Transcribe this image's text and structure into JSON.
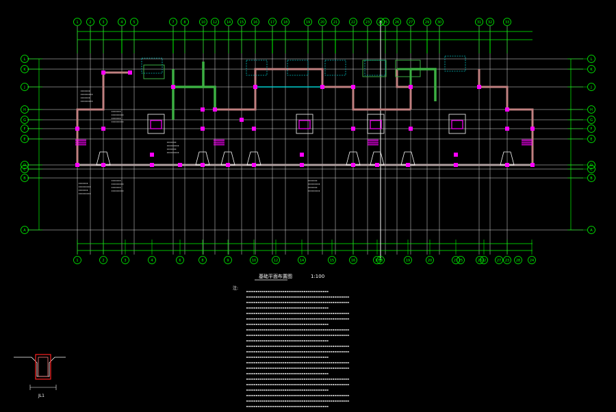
{
  "drawing": {
    "title": "基础平面布置图",
    "scale": "1:100",
    "notes_header": "注:",
    "detail_label": "JL1"
  },
  "grid": {
    "top_axes": [
      "1",
      "2",
      "3",
      "4",
      "5",
      "7",
      "8",
      "10",
      "12",
      "14",
      "15",
      "16",
      "17",
      "18",
      "19",
      "20",
      "21",
      "22",
      "23",
      "24",
      "25",
      "26",
      "27",
      "29",
      "30",
      "31",
      "32",
      "33"
    ],
    "bottom_axes": [
      "1",
      "2",
      "3",
      "4",
      "6",
      "8",
      "9",
      "10",
      "12",
      "14",
      "15",
      "16",
      "17",
      "18",
      "19",
      "20",
      "21",
      "22",
      "23",
      "24",
      "25",
      "26",
      "27",
      "28"
    ],
    "left_axes": [
      "L",
      "K",
      "J",
      "H",
      "G",
      "F",
      "E",
      "D",
      "C",
      "B",
      "A"
    ],
    "right_axes": [
      "L",
      "K",
      "J",
      "H",
      "G",
      "F",
      "E",
      "D",
      "C",
      "B",
      "A"
    ]
  },
  "colors": {
    "background": "#000000",
    "grid_line": "#ffffff",
    "dimension": "#00ff00",
    "beam": "#c08080",
    "green_beam": "#3cb043",
    "column": "#ff00ff",
    "cyan": "#00ffff",
    "text": "#ffffff"
  }
}
